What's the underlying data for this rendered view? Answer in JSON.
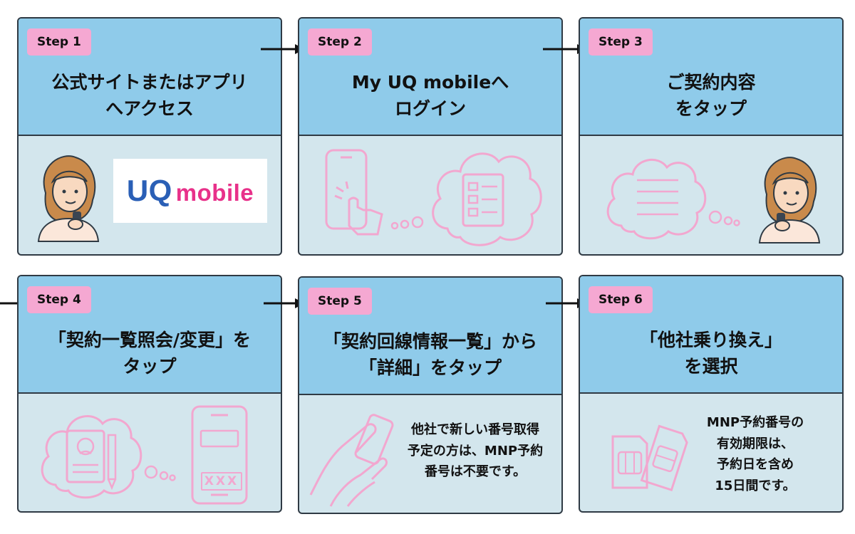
{
  "steps": [
    {
      "step_label": "Step 1",
      "title_lines": [
        "公式サイトまたはアプリ",
        "へアクセス"
      ]
    },
    {
      "step_label": "Step 2",
      "title_lines": [
        "My UQ mobileへ",
        "ログイン"
      ]
    },
    {
      "step_label": "Step 3",
      "title_lines": [
        "ご契約内容",
        "をタップ"
      ]
    },
    {
      "step_label": "Step 4",
      "title_lines": [
        "「契約一覧照会/変更」を",
        "タップ"
      ]
    },
    {
      "step_label": "Step 5",
      "title_lines": [
        "「契約回線情報一覧」から",
        "「詳細」をタップ"
      ]
    },
    {
      "step_label": "Step 6",
      "title_lines": [
        "「他社乗り換え」",
        "を選択"
      ]
    }
  ],
  "logo": {
    "uq": "UQ",
    "mobile": "mobile"
  },
  "step4_screen_text": "XXX",
  "step5_note_lines": [
    "他社で新しい番号取得",
    "予定の方は、MNP予約",
    "番号は不要です。"
  ],
  "step6_note_lines": [
    "MNP予約番号の",
    "有効期限は、",
    "予約日を含め",
    "15日間です。"
  ],
  "colors": {
    "header": "#8fcbea",
    "body": "#d3e6ed",
    "badge": "#f5a8d2",
    "line_art": "#f2a7cf",
    "border": "#2f3a44"
  }
}
